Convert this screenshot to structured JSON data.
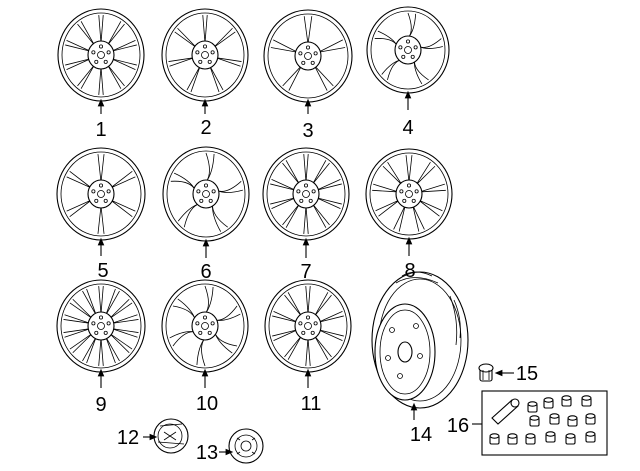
{
  "diagram": {
    "callouts": {
      "c1": "1",
      "c2": "2",
      "c3": "3",
      "c4": "4",
      "c5": "5",
      "c6": "6",
      "c7": "7",
      "c8": "8",
      "c9": "9",
      "c10": "10",
      "c11": "11",
      "c12": "12",
      "c13": "13",
      "c14": "14",
      "c15": "15",
      "c16": "16"
    },
    "parts": [
      {
        "callout": "1",
        "icon": "wheel-icon"
      },
      {
        "callout": "2",
        "icon": "wheel-icon"
      },
      {
        "callout": "3",
        "icon": "wheel-icon"
      },
      {
        "callout": "4",
        "icon": "wheel-icon"
      },
      {
        "callout": "5",
        "icon": "wheel-icon"
      },
      {
        "callout": "6",
        "icon": "wheel-icon"
      },
      {
        "callout": "7",
        "icon": "wheel-icon"
      },
      {
        "callout": "8",
        "icon": "wheel-icon"
      },
      {
        "callout": "9",
        "icon": "wheel-icon"
      },
      {
        "callout": "10",
        "icon": "wheel-icon"
      },
      {
        "callout": "11",
        "icon": "wheel-icon"
      },
      {
        "callout": "12",
        "icon": "center-cap-icon"
      },
      {
        "callout": "13",
        "icon": "center-cap-icon"
      },
      {
        "callout": "14",
        "icon": "spare-tire-icon"
      },
      {
        "callout": "15",
        "icon": "lug-nut-icon"
      },
      {
        "callout": "16",
        "icon": "lug-nut-kit-icon"
      }
    ],
    "colors": {
      "line": "#000000",
      "background": "#ffffff"
    }
  }
}
